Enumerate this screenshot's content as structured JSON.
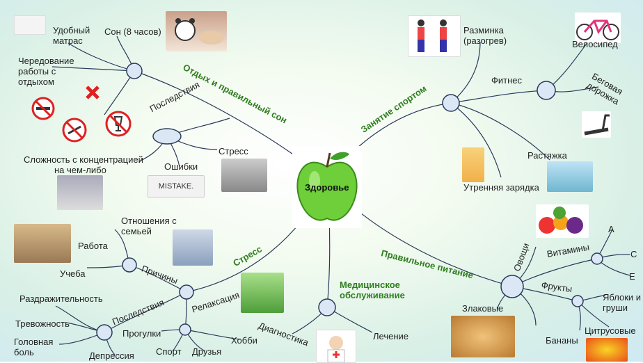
{
  "center": "Здоровье",
  "branches": {
    "rest_sleep": "Отдых и правильный сон",
    "sport": "Занятие спортом",
    "nutrition": "Правильное питание",
    "medical_1": "Медицинское",
    "medical_2": "обслуживание",
    "stress": "Стресс"
  },
  "labels": {
    "mattress_1": "Удобный",
    "mattress_2": "матрас",
    "sleep": "Сон (8 часов)",
    "alternation_1": "Чередование",
    "alternation_2": "работы с",
    "alternation_3": "отдыхом",
    "consequences": "Последствия",
    "stress": "Стресс",
    "concentration_1": "Сложность с концентрацией",
    "concentration_2": "на чем-либо",
    "mistakes": "Ошибки",
    "warmup_1": "Разминка",
    "warmup_2": "(разогрев)",
    "bicycle": "Велосипед",
    "fitness": "Фитнес",
    "treadmill_1": "Беговая",
    "treadmill_2": "дорожка",
    "stretching": "Растяжка",
    "morning": "Утренняя зарядка",
    "vegetables": "Овощи",
    "vitamins": "Витамины",
    "vit_a": "A",
    "vit_c": "C",
    "vit_e": "E",
    "fruits": "Фрукты",
    "apples_1": "Яблоки и",
    "apples_2": "груши",
    "citrus": "Цитрусовые",
    "bananas": "Бананы",
    "cereals": "Злаковые",
    "diagnostics": "Диагностика",
    "treatment": "Лечение",
    "family_1": "Отношения с",
    "family_2": "семьей",
    "work": "Работа",
    "study": "Учеба",
    "reasons": "Причины",
    "irritability": "Раздражительность",
    "relaxation": "Релаксация",
    "anxiety": "Тревожность",
    "walks": "Прогулки",
    "headache_1": "Головная",
    "headache_2": "боль",
    "depression": "Депрессия",
    "sport": "Спорт",
    "friends": "Друзья",
    "hobby": "Хобби"
  },
  "images": {
    "mistake_text": "MISTAKE."
  }
}
